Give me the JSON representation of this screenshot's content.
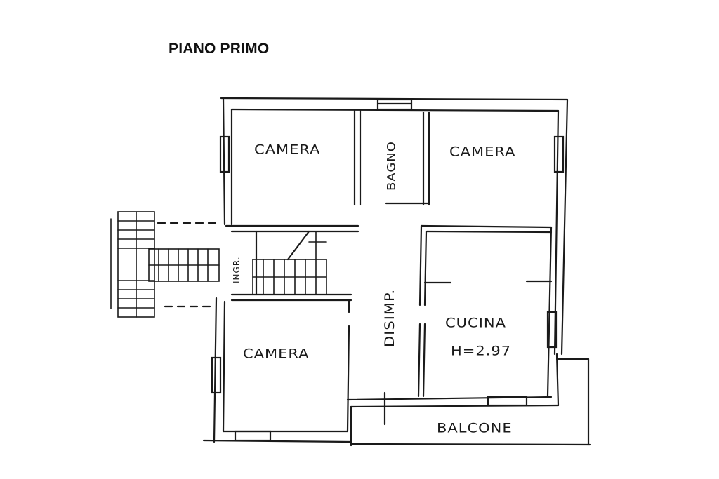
{
  "title": "PIANO PRIMO",
  "rooms": {
    "camera_top_left": "CAMERA",
    "bagno": "BAGNO",
    "camera_top_right": "CAMERA",
    "ingresso": "INGR.",
    "disimpegno": "DISIMP.",
    "cucina": "CUCINA",
    "cucina_height": "H=2.97",
    "camera_bottom_left": "CAMERA",
    "balcone": "BALCONE"
  },
  "colors": {
    "ink": "#1a1a1a",
    "background": "#ffffff"
  }
}
